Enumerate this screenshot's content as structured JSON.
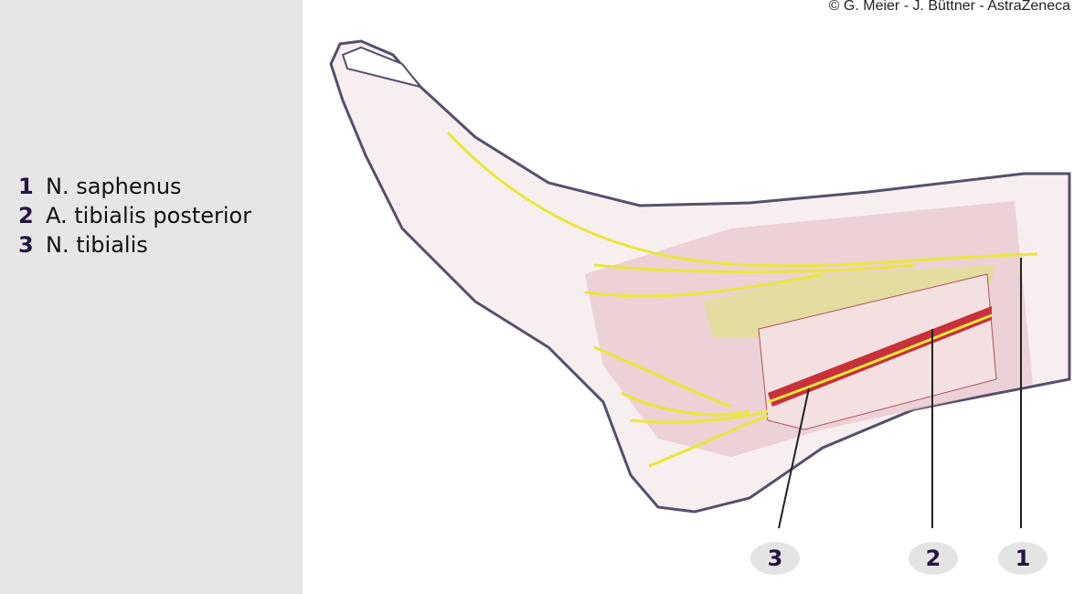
{
  "copyright": "© G. Meier - J. Büttner - AstraZeneca",
  "legend": [
    {
      "number": "1",
      "label": "N. saphenus"
    },
    {
      "number": "2",
      "label": "A. tibialis posterior"
    },
    {
      "number": "3",
      "label": "N. tibialis"
    }
  ],
  "callouts": [
    "3",
    "2",
    "1"
  ],
  "colors": {
    "panel": "#e6e6e6",
    "nerve": "#e8e838",
    "artery": "#c8303a",
    "number": "#241541"
  }
}
